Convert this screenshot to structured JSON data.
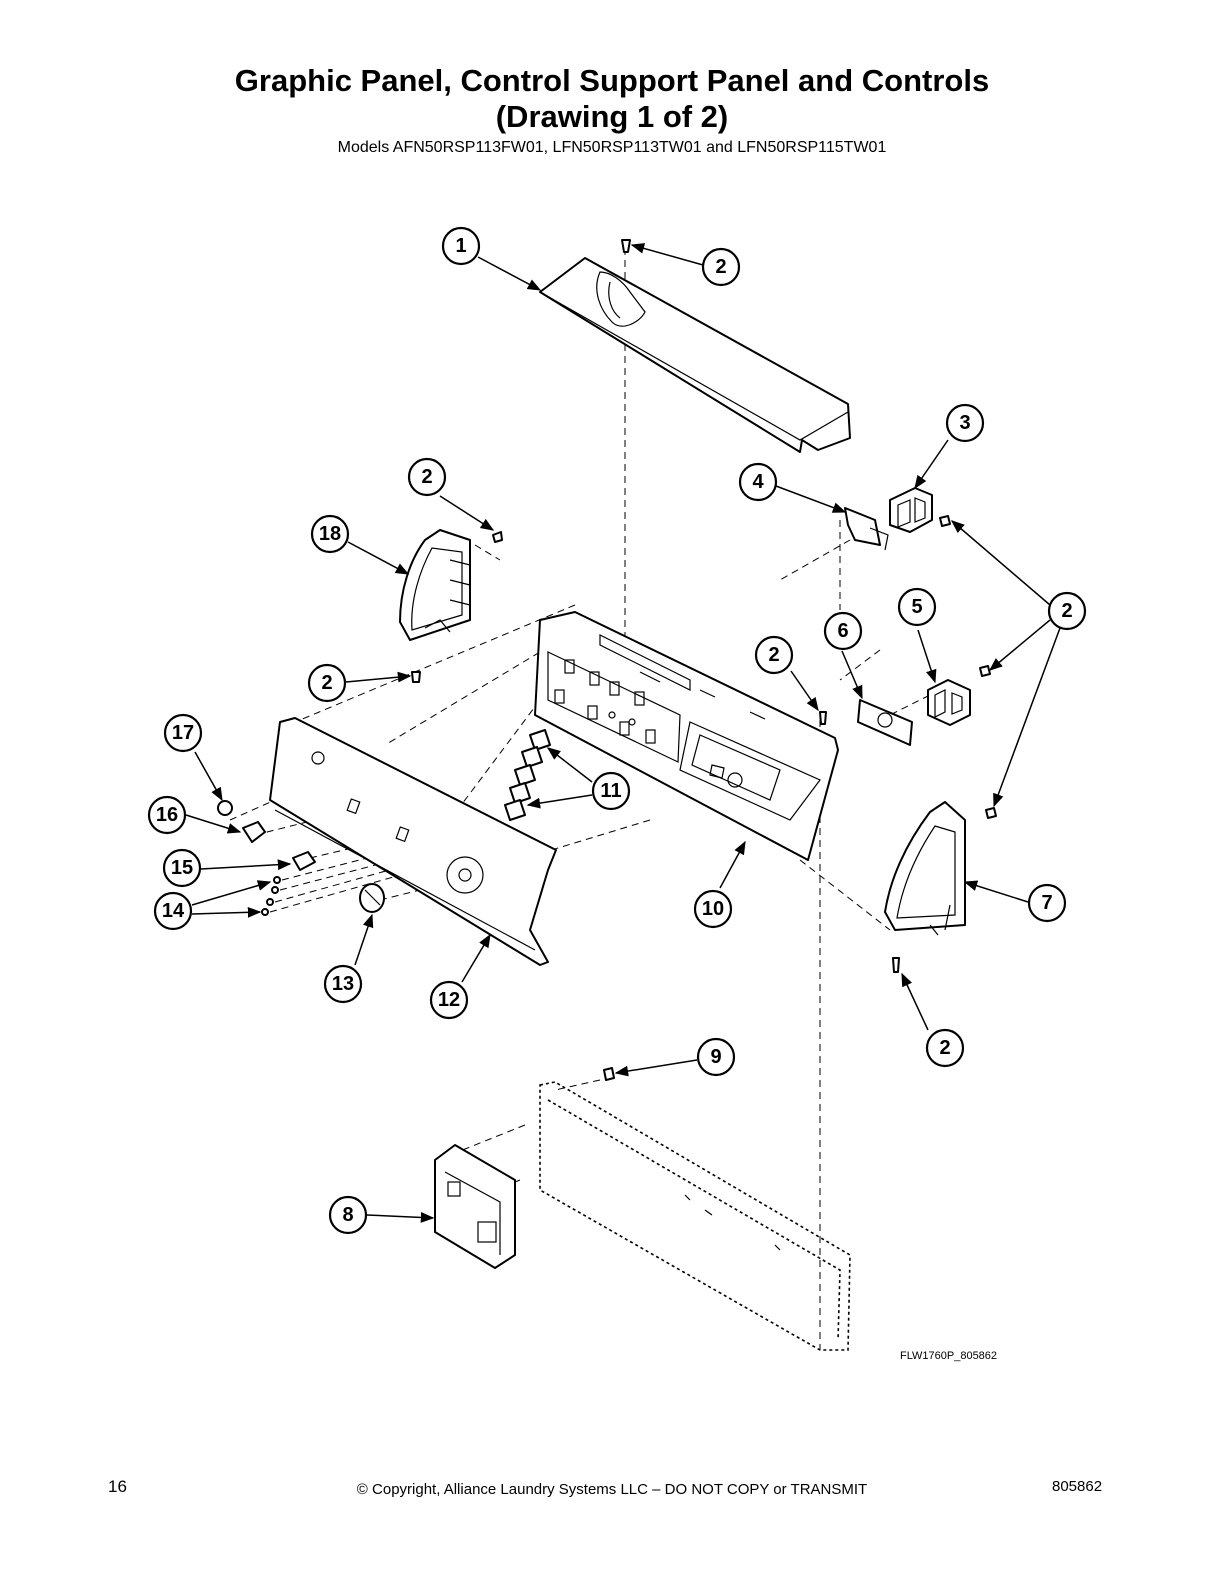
{
  "header": {
    "title_line1": "Graphic Panel, Control Support Panel and Controls",
    "title_line2": "(Drawing 1 of 2)",
    "subtitle": "Models AFN50RSP113FW01, LFN50RSP113TW01 and LFN50RSP115TW01"
  },
  "callouts": {
    "c1": "1",
    "c2a": "2",
    "c2b": "2",
    "c2c": "2",
    "c2d": "2",
    "c2e": "2",
    "c2f": "2",
    "c3": "3",
    "c4": "4",
    "c5": "5",
    "c6": "6",
    "c7": "7",
    "c8": "8",
    "c9": "9",
    "c10": "10",
    "c11": "11",
    "c12": "12",
    "c13": "13",
    "c14": "14",
    "c15": "15",
    "c16": "16",
    "c17": "17",
    "c18": "18"
  },
  "figure_code": "FLW1760P_805862",
  "footer": {
    "page_number": "16",
    "copyright": "© Copyright, Alliance Laundry Systems LLC – DO NOT COPY or TRANSMIT",
    "doc_number": "805862"
  }
}
